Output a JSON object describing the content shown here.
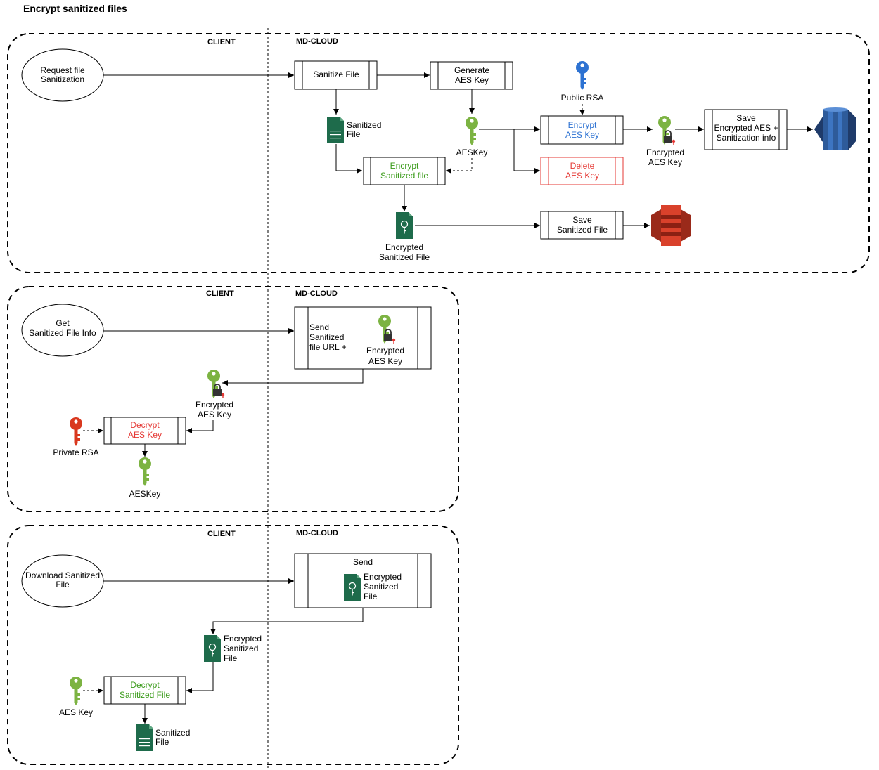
{
  "title": "Encrypt sanitized files",
  "colors": {
    "green": "#7cb342",
    "blue": "#2d72d2",
    "red": "#d9381e",
    "doc": "#1e6b4b",
    "encrypt_text_green": "#3a9b1a",
    "encrypt_text_blue": "#2d72d2",
    "delete_text_red": "#e53935",
    "s3": "#d9412b",
    "db": "#2e5b9a"
  },
  "panel1": {
    "client_label": "CLIENT",
    "cloud_label": "MD-CLOUD",
    "request_l1": "Request file",
    "request_l2": "Sanitization",
    "sanitize": "Sanitize File",
    "generate_l1": "Generate",
    "generate_l2": "AES Key",
    "public_rsa": "Public RSA",
    "encrypt_aes_l1": "Encrypt",
    "encrypt_aes_l2": "AES Key",
    "delete_l1": "Delete",
    "delete_l2": "AES Key",
    "sanitized_doc_l1": "Sanitized",
    "sanitized_doc_l2": "File",
    "aeskey": "AESKey",
    "encrypt_file_l1": "Encrypt",
    "encrypt_file_l2": "Sanitized file",
    "enc_aes_l1": "Encrypted",
    "enc_aes_l2": "AES Key",
    "save_db_l1": "Save",
    "save_db_l2": "Encrypted AES +",
    "save_db_l3": "Sanitization info",
    "enc_file_l1": "Encrypted",
    "enc_file_l2": "Sanitized File",
    "save_s3_l1": "Save",
    "save_s3_l2": "Sanitized File",
    "db_icon": "database-icon",
    "s3_icon": "s3-bucket-icon"
  },
  "panel2": {
    "client_label": "CLIENT",
    "cloud_label": "MD-CLOUD",
    "get_l1": "Get",
    "get_l2": "Sanitized File Info",
    "send_l1": "Send",
    "send_l2": "Sanitized",
    "send_l3": "file URL +",
    "send_key_l1": "Encrypted",
    "send_key_l2": "AES Key",
    "enc_key_l1": "Encrypted",
    "enc_key_l2": "AES Key",
    "decrypt_l1": "Decrypt",
    "decrypt_l2": "AES Key",
    "private_rsa": "Private RSA",
    "aeskey": "AESKey"
  },
  "panel3": {
    "client_label": "CLIENT",
    "cloud_label": "MD-CLOUD",
    "download_l1": "Download Sanitized",
    "download_l2": "File",
    "send_title": "Send",
    "send_doc_l1": "Encrypted",
    "send_doc_l2": "Sanitized",
    "send_doc_l3": "File",
    "enc_doc_l1": "Encrypted",
    "enc_doc_l2": "Sanitized",
    "enc_doc_l3": "File",
    "decrypt_l1": "Decrypt",
    "decrypt_l2": "Sanitized File",
    "aes_key": "AES Key",
    "san_doc_l1": "Sanitized",
    "san_doc_l2": "File"
  }
}
